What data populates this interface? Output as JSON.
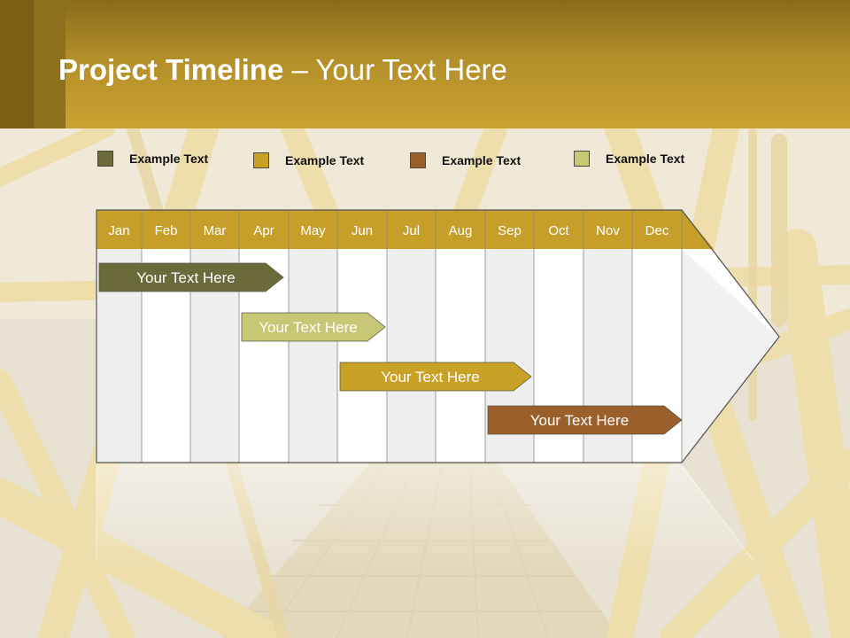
{
  "header": {
    "title_bold": "Project Timeline",
    "title_rest": " – Your Text Here"
  },
  "legend": [
    {
      "label": "Example Text",
      "color": "#6b6a3b"
    },
    {
      "label": "Example Text",
      "color": "#c9a127"
    },
    {
      "label": "Example Text",
      "color": "#9b5f2c"
    },
    {
      "label": "Example Text",
      "color": "#c7c775"
    }
  ],
  "timeline": {
    "months": [
      "Jan",
      "Feb",
      "Mar",
      "Apr",
      "May",
      "Jun",
      "Jul",
      "Aug",
      "Sep",
      "Oct",
      "Nov",
      "Dec"
    ],
    "header_color": "#c69f2b",
    "tasks": [
      {
        "label": "Your  Text Here",
        "start_month": "Jan",
        "end_month": "Apr",
        "color": "#6b6a3b",
        "text_color": "#ffffff"
      },
      {
        "label": "Your  Text Here",
        "start_month": "Apr",
        "end_month": "Jun",
        "color": "#c7c775",
        "text_color": "#ffffff"
      },
      {
        "label": "Your  Text Here",
        "start_month": "Jun",
        "end_month": "Sep",
        "color": "#c9a127",
        "text_color": "#ffffff"
      },
      {
        "label": "Your  Text Here",
        "start_month": "Sep",
        "end_month": "Dec",
        "color": "#9b5f2c",
        "text_color": "#ffffff"
      }
    ]
  }
}
